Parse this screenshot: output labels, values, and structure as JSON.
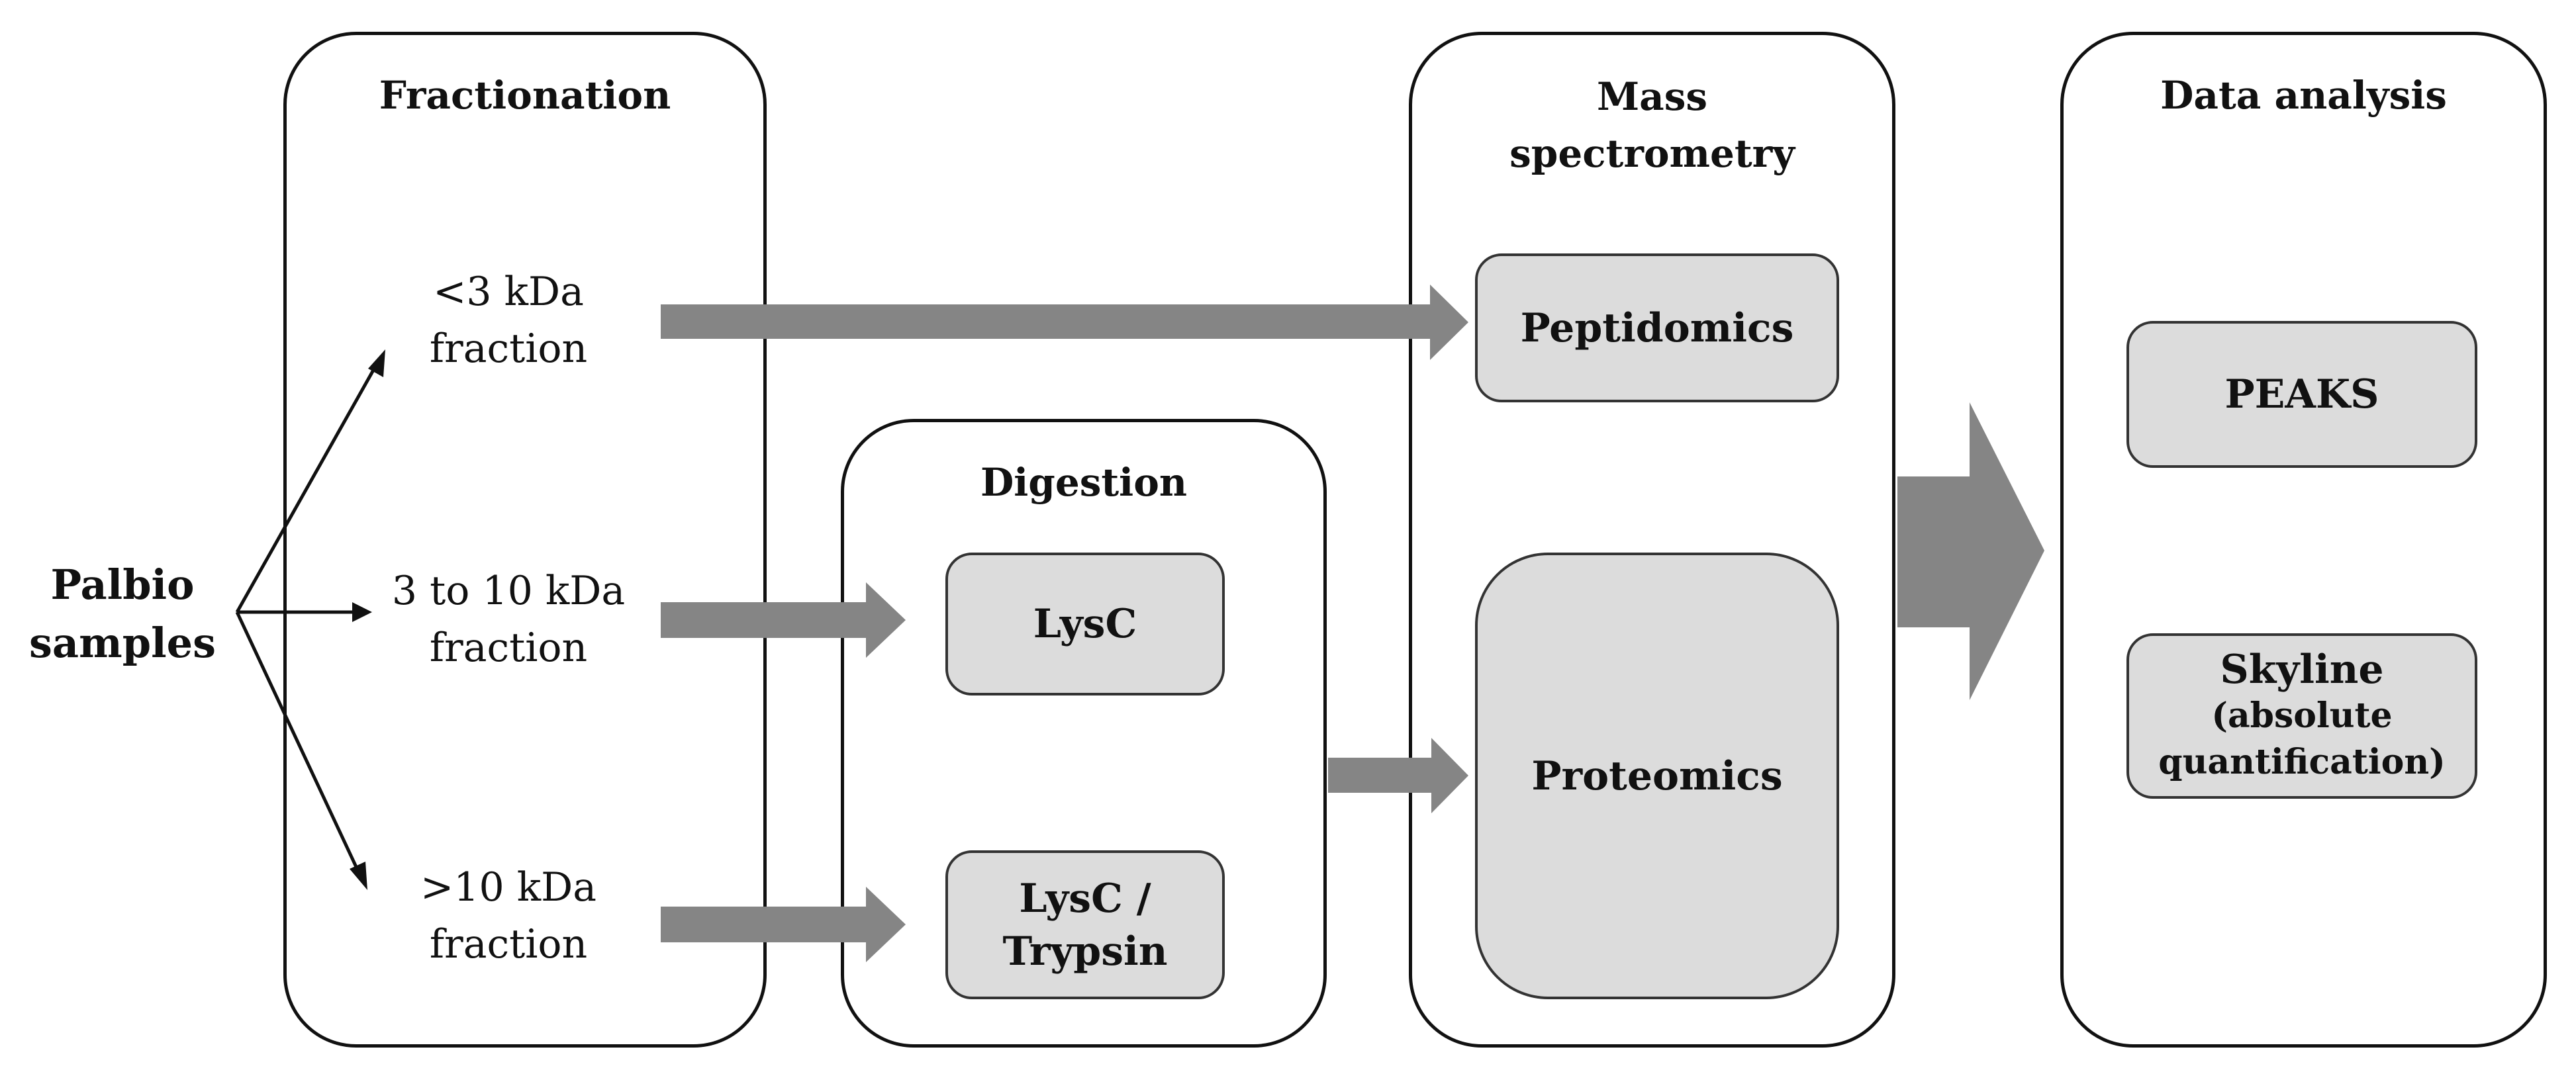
{
  "source": {
    "line1": "Palbio",
    "line2": "samples"
  },
  "fractionation": {
    "title": "Fractionation",
    "fractions": [
      {
        "line1": "<3 kDa",
        "line2": "fraction"
      },
      {
        "line1": "3 to 10 kDa",
        "line2": "fraction"
      },
      {
        "line1": ">10 kDa",
        "line2": "fraction"
      }
    ]
  },
  "digestion": {
    "title": "Digestion",
    "enzymes": [
      {
        "line1": "LysC",
        "line2": ""
      },
      {
        "line1": "LysC /",
        "line2": "Trypsin"
      }
    ]
  },
  "mass_spectrometry": {
    "title_line1": "Mass",
    "title_line2": "spectrometry",
    "methods": [
      "Peptidomics",
      "Proteomics"
    ]
  },
  "data_analysis": {
    "title": "Data analysis",
    "tools": [
      {
        "name": "PEAKS",
        "sub1": "",
        "sub2": ""
      },
      {
        "name": "Skyline",
        "sub1": "(absolute",
        "sub2": "quantification)"
      }
    ]
  },
  "colors": {
    "box_fill": "#dcdcdc",
    "arrow": "#858585",
    "outline": "#111111"
  }
}
